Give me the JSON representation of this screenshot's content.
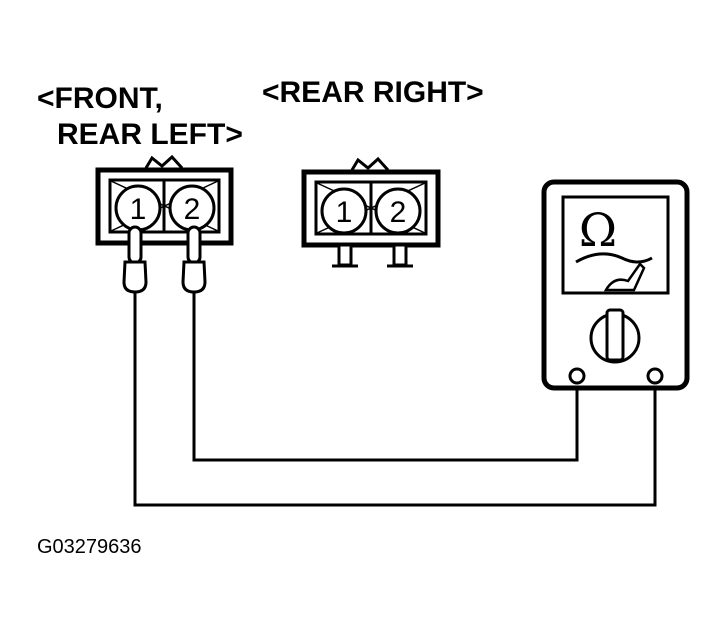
{
  "labels": {
    "front_line1": "<FRONT,",
    "front_line2": "REAR LEFT>",
    "rear_right": "<REAR RIGHT>",
    "figure_code": "G03279636"
  },
  "connector_left": {
    "pins": [
      "1",
      "2"
    ]
  },
  "connector_right": {
    "pins": [
      "1",
      "2"
    ]
  },
  "meter": {
    "unit_symbol": "Ω",
    "icon": "ohmmeter-icon"
  }
}
